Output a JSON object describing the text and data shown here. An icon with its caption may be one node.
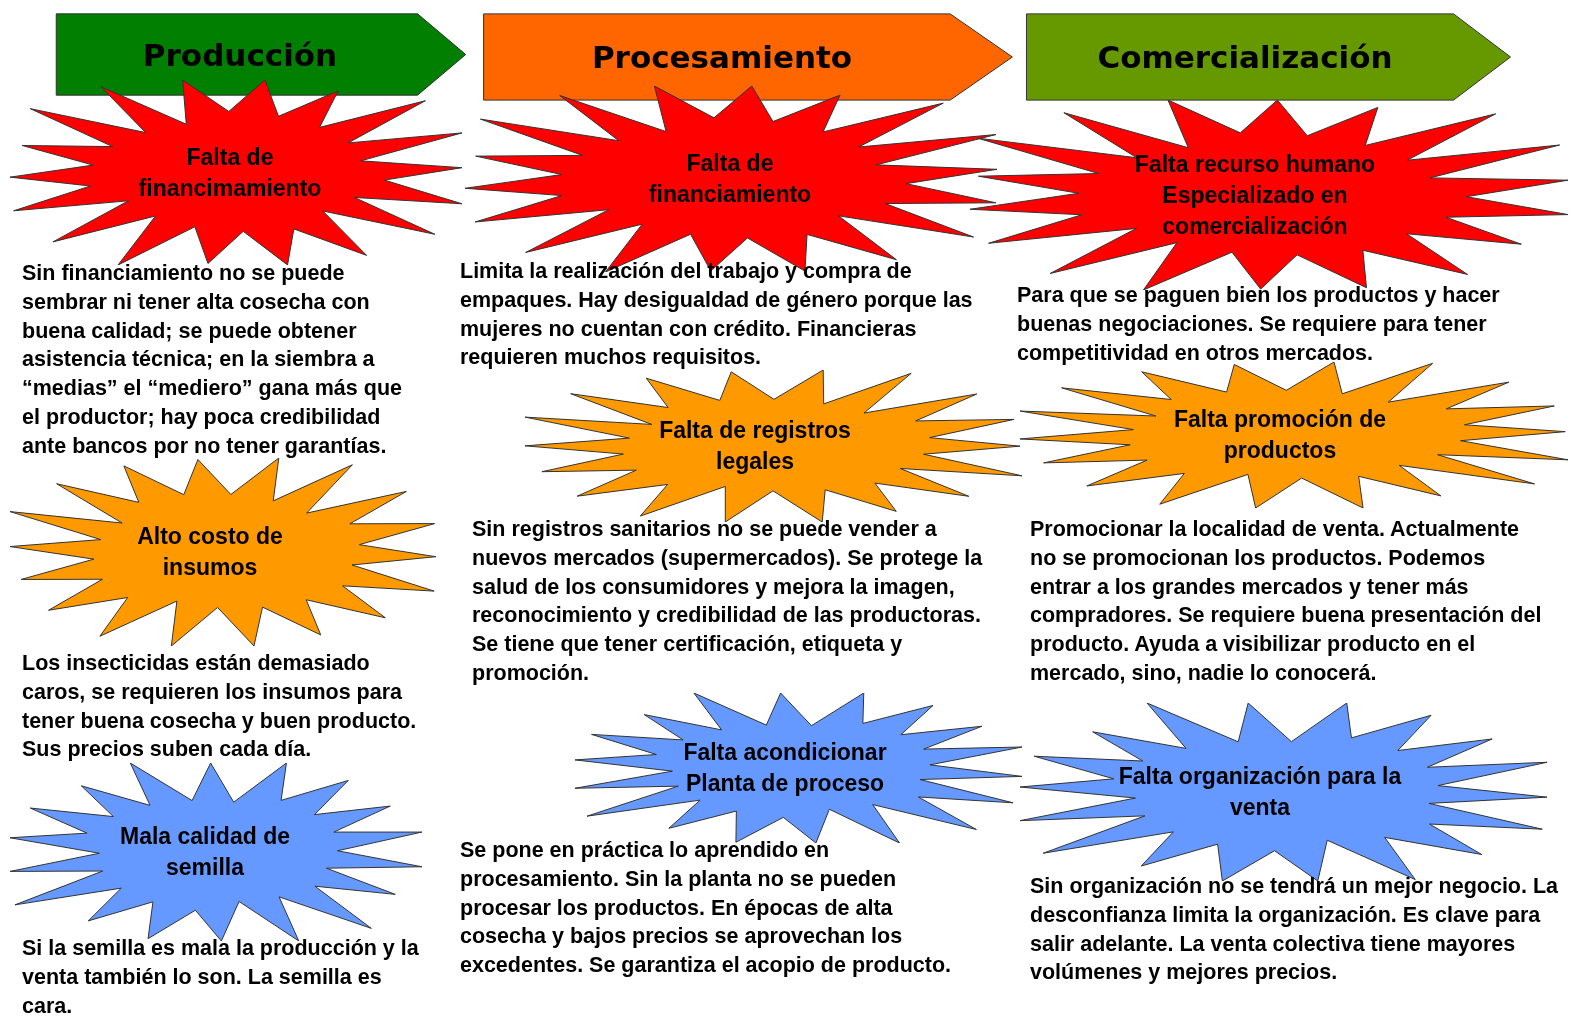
{
  "diagram": {
    "nodes": [
      {
        "text": [
          "Producción"
        ]
      },
      {
        "text": [
          "Procesamiento"
        ]
      },
      {
        "text": [
          "Comercialización"
        ]
      },
      {
        "text": [
          "Falta de financimamiento"
        ],
        "beside": [
          "Sin financiamiento no se puede sembrar ni tener alta cosecha con buena calidad; se puede obtener asistencia técnica; en la siembra a “medias” el “mediero” gana más que el productor; hay poca credibilidad ante bancos por no tener garantías."
        ]
      },
      {
        "text": [
          "Alto costo de insumos"
        ],
        "beside": [
          "Los insecticidas están demasiado caros, se requieren los insumos para tener buena cosecha y buen producto. Sus precios suben cada día."
        ]
      },
      {
        "text": [
          "Mala calidad de semilla"
        ],
        "beside": [
          "Si la semilla es mala la producción y la venta también lo son. La semilla es cara."
        ]
      },
      {
        "text": [
          "Falta de financiamiento"
        ],
        "beside": [
          "Limita la realización del trabajo y compra de empaques. Hay desigualdad de género porque las mujeres no cuentan con crédito. Financieras requieren muchos requisitos."
        ]
      },
      {
        "text": [
          "Falta de registros legales"
        ],
        "beside": [
          "Sin registros sanitarios no se puede vender a nuevos mercados (supermercados). Se protege la salud de los consumidores y mejora la imagen, reconocimiento y credibilidad de las productoras. Se tiene que tener certificación, etiqueta y promoción."
        ]
      },
      {
        "text": [
          "Falta acondicionar Planta de proceso"
        ],
        "beside": [
          "Se pone en práctica lo aprendido en procesamiento. Sin la planta no se pueden procesar los productos. En épocas de alta cosecha y bajos precios se aprovechan los excedentes. Se garantiza el acopio de producto."
        ]
      },
      {
        "text": [
          "Falta recurso humano Especializado en comercialización"
        ],
        "beside": [
          "Para que se paguen bien los productos y hacer buenas negociaciones. Se requiere para tener competitividad en otros mercados."
        ]
      },
      {
        "text": [
          "Falta promoción de productos"
        ],
        "beside": [
          "Promocionar la localidad de venta. Actualmente no se promocionan los productos. Podemos entrar a los grandes mercados y tener más compradores. Se requiere buena presentación del producto. Ayuda a visibilizar producto en el mercado, sino, nadie lo conocerá."
        ]
      },
      {
        "text": [
          "Falta organización para la venta"
        ],
        "beside": [
          "Sin organización no se tendrá un mejor negocio. La desconfianza limita la organización. Es clave para salir adelante. La venta colectiva tiene mayores volúmenes y mejores precios."
        ]
      }
    ]
  }
}
